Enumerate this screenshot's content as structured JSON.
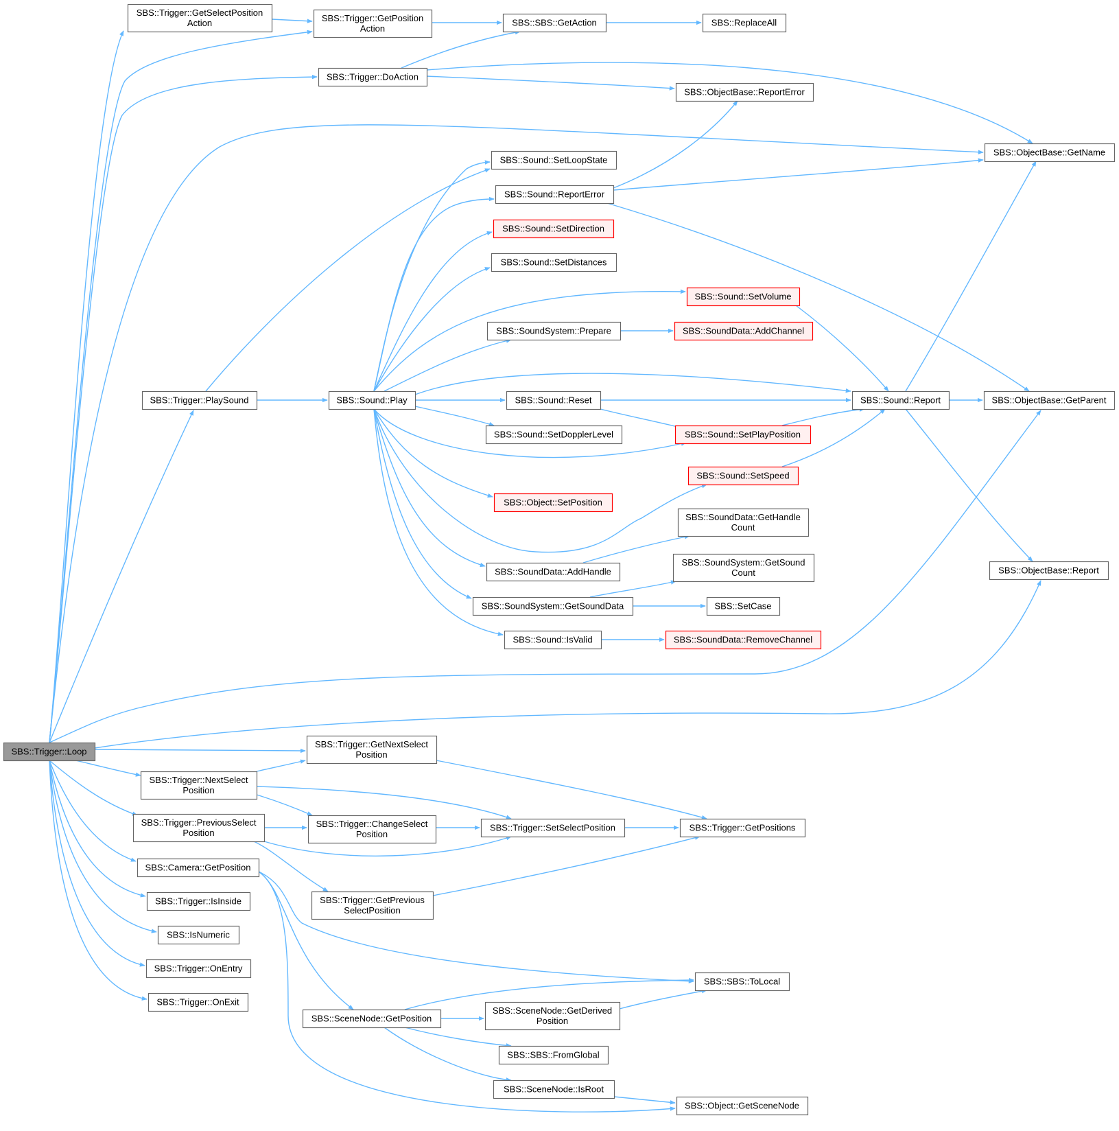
{
  "colors": {
    "edge": "#63b8ff",
    "node_border": "#666666",
    "node_fill": "#ffffff",
    "root_fill": "#999999",
    "truncated_border": "#ff0000",
    "truncated_fill": "#fff0f0"
  },
  "nodes": [
    {
      "id": "loop",
      "label": [
        "SBS::Trigger::Loop"
      ],
      "kind": "root"
    },
    {
      "id": "getselectposaction",
      "label": [
        "SBS::Trigger::GetSelectPosition",
        "Action"
      ]
    },
    {
      "id": "getposaction",
      "label": [
        "SBS::Trigger::GetPosition",
        "Action"
      ]
    },
    {
      "id": "sbsgetaction",
      "label": [
        "SBS::SBS::GetAction"
      ]
    },
    {
      "id": "replaceall",
      "label": [
        "SBS::ReplaceAll"
      ]
    },
    {
      "id": "doaction",
      "label": [
        "SBS::Trigger::DoAction"
      ]
    },
    {
      "id": "obreporterror",
      "label": [
        "SBS::ObjectBase::ReportError"
      ]
    },
    {
      "id": "obgetname",
      "label": [
        "SBS::ObjectBase::GetName"
      ]
    },
    {
      "id": "setloopstate",
      "label": [
        "SBS::Sound::SetLoopState"
      ]
    },
    {
      "id": "sndreporterror",
      "label": [
        "SBS::Sound::ReportError"
      ]
    },
    {
      "id": "setdirection",
      "label": [
        "SBS::Sound::SetDirection"
      ],
      "kind": "truncated"
    },
    {
      "id": "setdistances",
      "label": [
        "SBS::Sound::SetDistances"
      ]
    },
    {
      "id": "setvolume",
      "label": [
        "SBS::Sound::SetVolume"
      ],
      "kind": "truncated"
    },
    {
      "id": "prepare",
      "label": [
        "SBS::SoundSystem::Prepare"
      ]
    },
    {
      "id": "addchannel",
      "label": [
        "SBS::SoundData::AddChannel"
      ],
      "kind": "truncated"
    },
    {
      "id": "playsound",
      "label": [
        "SBS::Trigger::PlaySound"
      ]
    },
    {
      "id": "play",
      "label": [
        "SBS::Sound::Play"
      ]
    },
    {
      "id": "reset",
      "label": [
        "SBS::Sound::Reset"
      ]
    },
    {
      "id": "sndreport",
      "label": [
        "SBS::Sound::Report"
      ]
    },
    {
      "id": "obgetparent",
      "label": [
        "SBS::ObjectBase::GetParent"
      ]
    },
    {
      "id": "setdoppler",
      "label": [
        "SBS::Sound::SetDopplerLevel"
      ]
    },
    {
      "id": "setplaypos",
      "label": [
        "SBS::Sound::SetPlayPosition"
      ],
      "kind": "truncated"
    },
    {
      "id": "setspeed",
      "label": [
        "SBS::Sound::SetSpeed"
      ],
      "kind": "truncated"
    },
    {
      "id": "objsetpos",
      "label": [
        "SBS::Object::SetPosition"
      ],
      "kind": "truncated"
    },
    {
      "id": "gethandlecount",
      "label": [
        "SBS::SoundData::GetHandle",
        "Count"
      ]
    },
    {
      "id": "obreport",
      "label": [
        "SBS::ObjectBase::Report"
      ]
    },
    {
      "id": "addhandle",
      "label": [
        "SBS::SoundData::AddHandle"
      ]
    },
    {
      "id": "getsoundcount",
      "label": [
        "SBS::SoundSystem::GetSound",
        "Count"
      ]
    },
    {
      "id": "getsounddata",
      "label": [
        "SBS::SoundSystem::GetSoundData"
      ]
    },
    {
      "id": "setcase",
      "label": [
        "SBS::SetCase"
      ]
    },
    {
      "id": "isvalid",
      "label": [
        "SBS::Sound::IsValid"
      ]
    },
    {
      "id": "removechannel",
      "label": [
        "SBS::SoundData::RemoveChannel"
      ],
      "kind": "truncated"
    },
    {
      "id": "getnextselpos",
      "label": [
        "SBS::Trigger::GetNextSelect",
        "Position"
      ]
    },
    {
      "id": "nextselpos",
      "label": [
        "SBS::Trigger::NextSelect",
        "Position"
      ]
    },
    {
      "id": "prevselpos",
      "label": [
        "SBS::Trigger::PreviousSelect",
        "Position"
      ]
    },
    {
      "id": "changeselpos",
      "label": [
        "SBS::Trigger::ChangeSelect",
        "Position"
      ]
    },
    {
      "id": "setselpos",
      "label": [
        "SBS::Trigger::SetSelectPosition"
      ]
    },
    {
      "id": "getpositions",
      "label": [
        "SBS::Trigger::GetPositions"
      ]
    },
    {
      "id": "camgetpos",
      "label": [
        "SBS::Camera::GetPosition"
      ]
    },
    {
      "id": "isinside",
      "label": [
        "SBS::Trigger::IsInside"
      ]
    },
    {
      "id": "getprevselpos",
      "label": [
        "SBS::Trigger::GetPrevious",
        "SelectPosition"
      ]
    },
    {
      "id": "isnumeric",
      "label": [
        "SBS::IsNumeric"
      ]
    },
    {
      "id": "onentry",
      "label": [
        "SBS::Trigger::OnEntry"
      ]
    },
    {
      "id": "tolocal",
      "label": [
        "SBS::SBS::ToLocal"
      ]
    },
    {
      "id": "onexit",
      "label": [
        "SBS::Trigger::OnExit"
      ]
    },
    {
      "id": "scenegetpos",
      "label": [
        "SBS::SceneNode::GetPosition"
      ]
    },
    {
      "id": "getderivedpos",
      "label": [
        "SBS::SceneNode::GetDerived",
        "Position"
      ]
    },
    {
      "id": "fromglobal",
      "label": [
        "SBS::SBS::FromGlobal"
      ]
    },
    {
      "id": "isroot",
      "label": [
        "SBS::SceneNode::IsRoot"
      ]
    },
    {
      "id": "getscenenode",
      "label": [
        "SBS::Object::GetSceneNode"
      ]
    }
  ]
}
